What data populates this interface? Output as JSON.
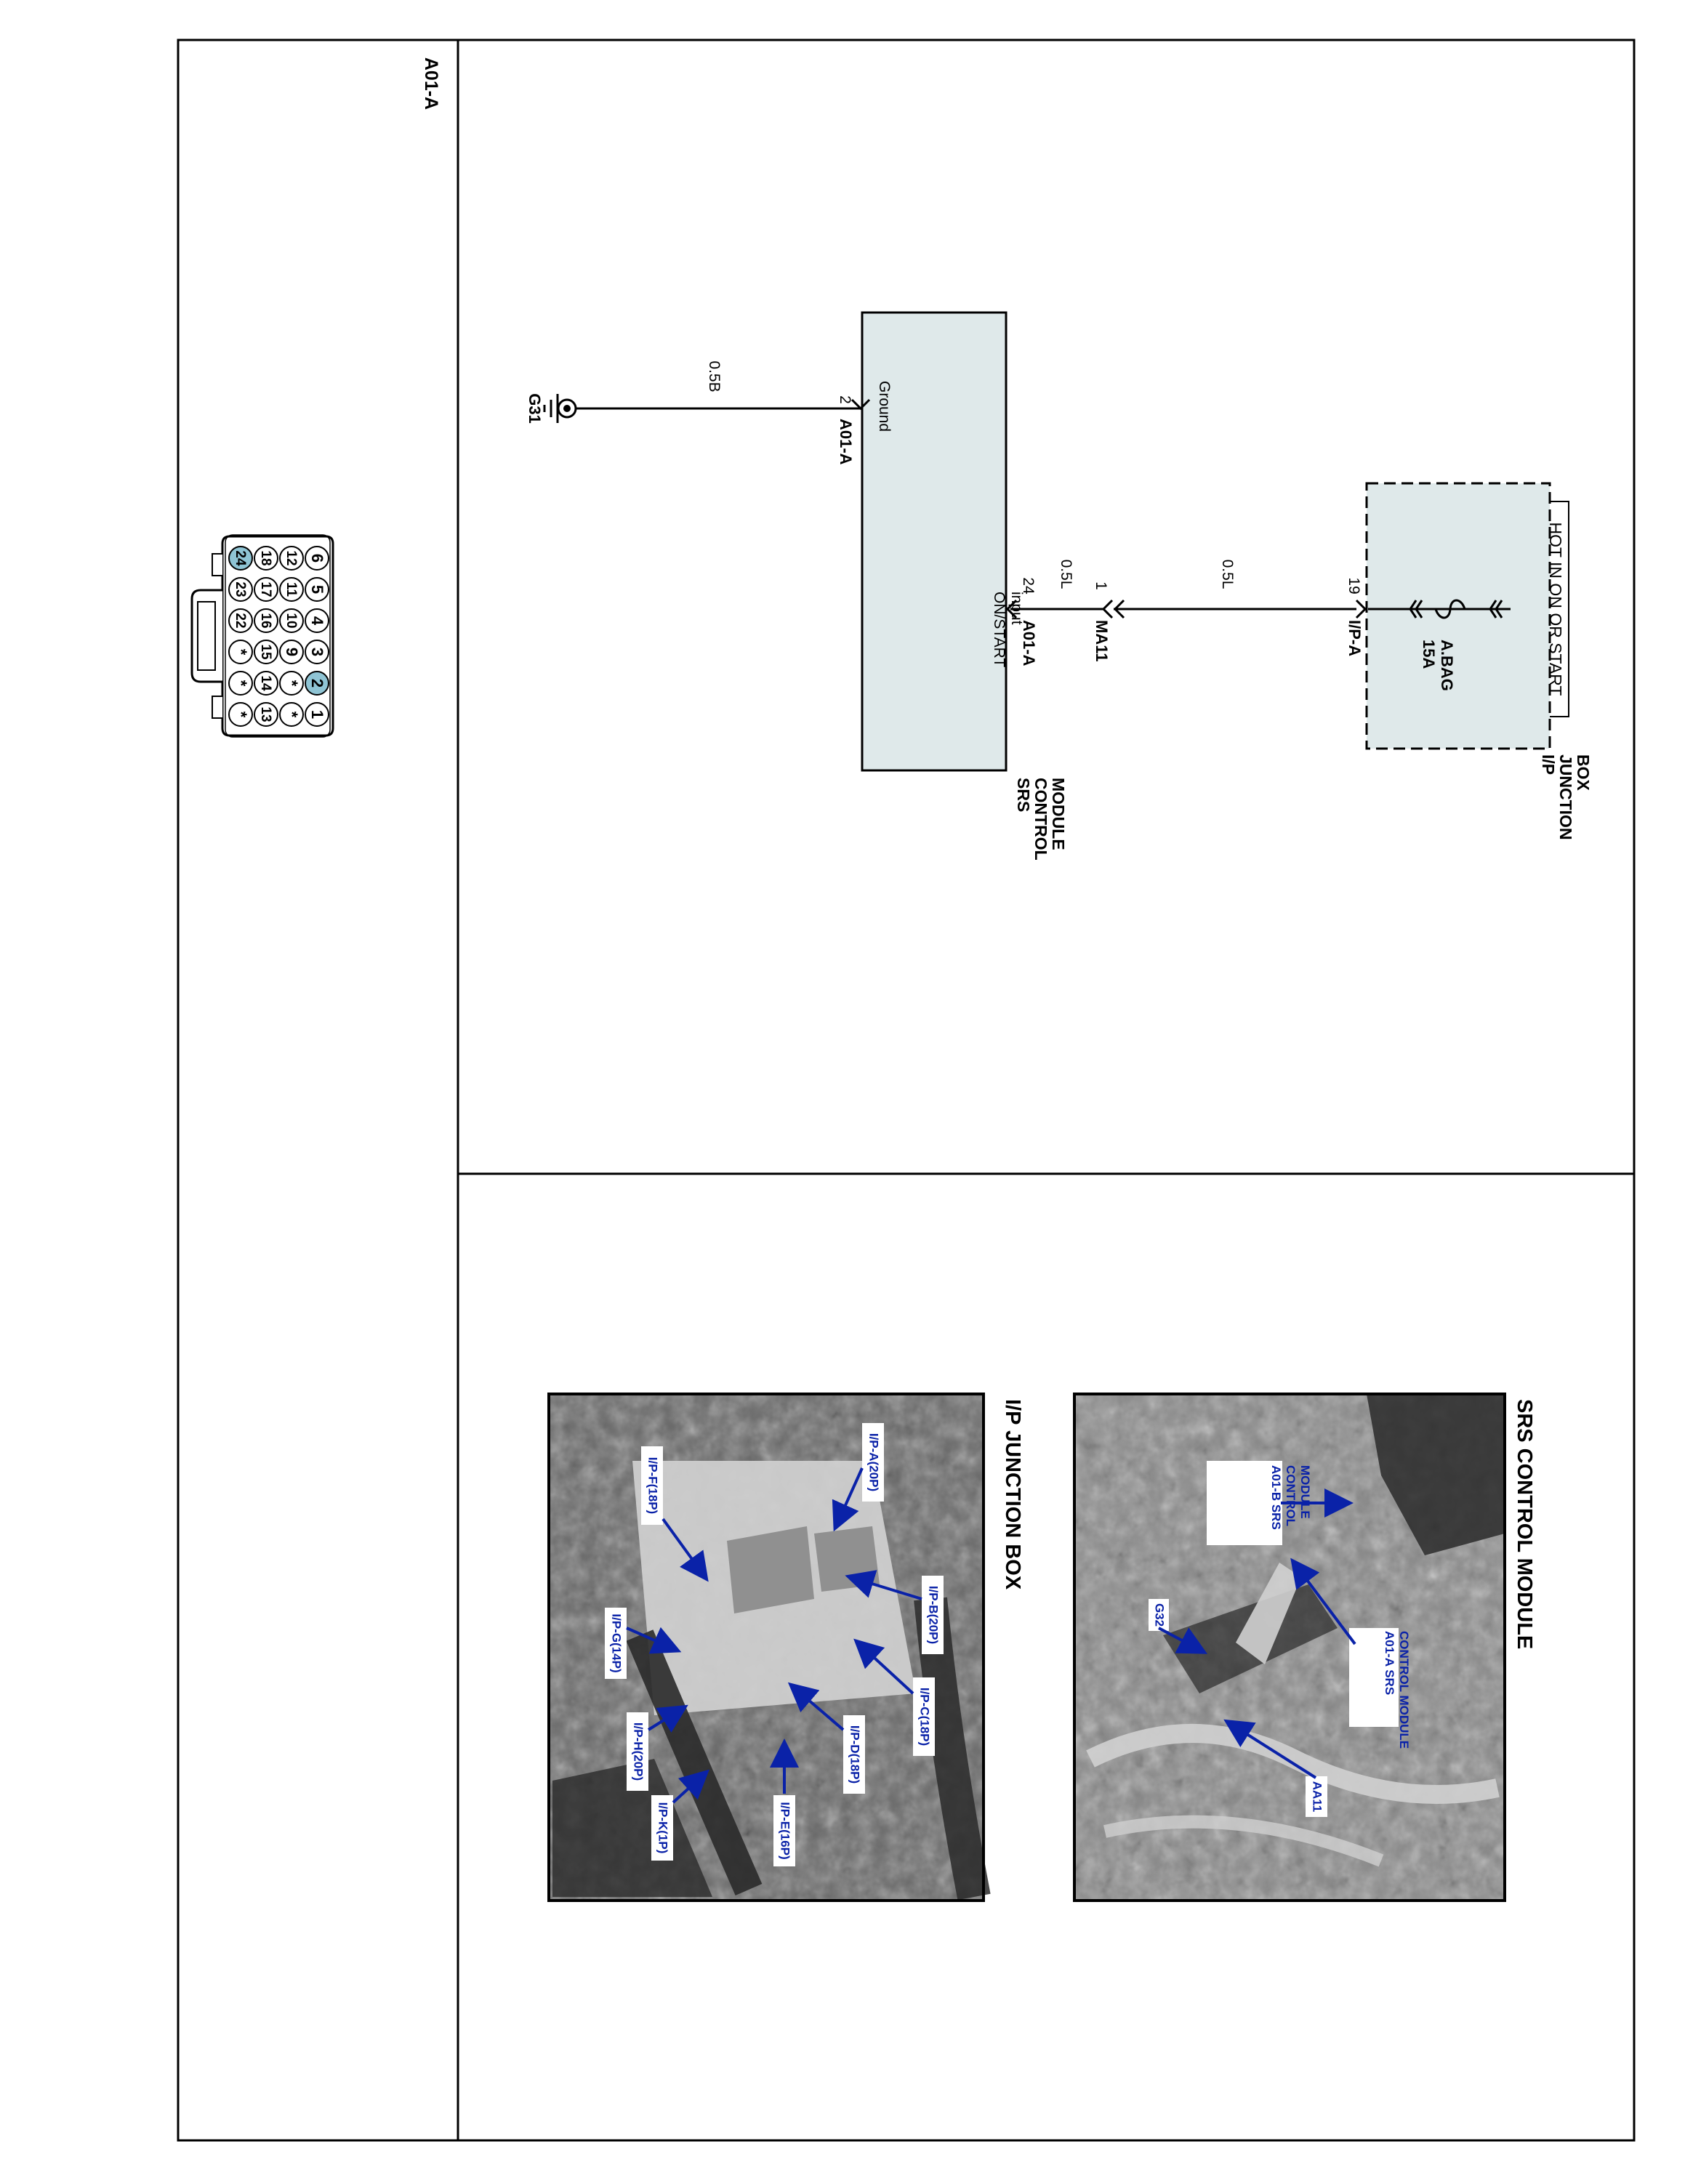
{
  "diagram": {
    "page_label": "A01-A",
    "hot_label": "HOT IN ON OR START",
    "junction_box_name": [
      "I/P",
      "JUNCTION",
      "BOX"
    ],
    "fuse_name": "A.BAG",
    "fuse_rating": "15A",
    "wire_top": "0.5L",
    "wire_mid": "0.5L",
    "wire_ground": "0.5B",
    "pin_ipa": "19",
    "connector_ipa": "I/P-A",
    "pin_ma11": "1",
    "connector_ma11": "MA11",
    "pin_a01_input": "24",
    "connector_a01_input": "A01-A",
    "pin_a01_ground": "2",
    "connector_a01_ground": "A01-A",
    "input_label": [
      "ON/START",
      "input"
    ],
    "ground_pin_label": "Ground",
    "module_name": [
      "SRS",
      "CONTROL",
      "MODULE"
    ],
    "ground_name": "G31"
  },
  "connector_face": {
    "rows": [
      [
        "1",
        "2",
        "3",
        "4",
        "5",
        "6"
      ],
      [
        "*",
        "*",
        "9",
        "10",
        "11",
        "12"
      ],
      [
        "13",
        "14",
        "15",
        "16",
        "17",
        "18"
      ],
      [
        "*",
        "*",
        "*",
        "22",
        "23",
        "24"
      ]
    ],
    "highlight_pins": [
      "2",
      "24"
    ]
  },
  "photos": {
    "srs_title": "SRS CONTROL MODULE",
    "srs_callouts": {
      "a01b": [
        "A01-B SRS",
        "CONTROL",
        "MODULE"
      ],
      "a01a": [
        "A01-A SRS",
        "CONTROL MODULE"
      ],
      "g32": "G32",
      "aa11": "AA11"
    },
    "jb_title": "I/P JUNCTION BOX",
    "jb_callouts": {
      "ipa": "I/P-A(20P)",
      "ipb": "I/P-B(20P)",
      "ipc": "I/P-C(18P)",
      "ipd": "I/P-D(18P)",
      "ipe": "I/P-E(16P)",
      "ipf": "I/P-F(18P)",
      "ipg": "I/P-G(14P)",
      "iph": "I/P-H(20P)",
      "ipk": "I/P-K(1P)"
    }
  },
  "colors": {
    "line": "#000000",
    "component_fill": "#dfe9ea",
    "pin_highlight": "#8fc4d4",
    "callout_text": "#0a22a8",
    "callout_box": "#ffffff",
    "photo_dark": "#2a2a2a",
    "photo_mid": "#8a8a8a",
    "photo_light": "#d0d0d0"
  }
}
